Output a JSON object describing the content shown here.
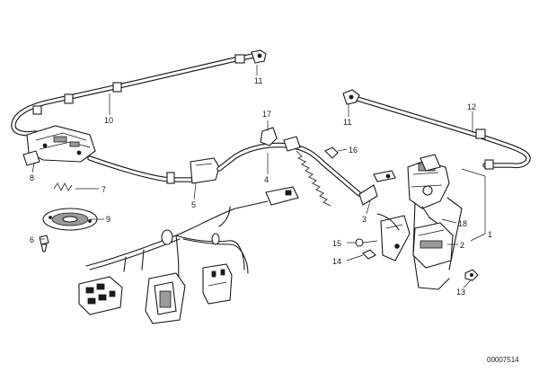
{
  "diagram": {
    "document_number": "00007514",
    "callouts": [
      {
        "key": "c11a",
        "label": "11"
      },
      {
        "key": "c10",
        "label": "10"
      },
      {
        "key": "c8",
        "label": "8"
      },
      {
        "key": "c7",
        "label": "7"
      },
      {
        "key": "c6",
        "label": "6"
      },
      {
        "key": "c9",
        "label": "9"
      },
      {
        "key": "c5",
        "label": "5"
      },
      {
        "key": "c4",
        "label": "4"
      },
      {
        "key": "c17",
        "label": "17"
      },
      {
        "key": "c16",
        "label": "16"
      },
      {
        "key": "c11b",
        "label": "11"
      },
      {
        "key": "c12",
        "label": "12"
      },
      {
        "key": "c3",
        "label": "3"
      },
      {
        "key": "c18",
        "label": "18"
      },
      {
        "key": "c1",
        "label": "1"
      },
      {
        "key": "c2",
        "label": "2"
      },
      {
        "key": "c15",
        "label": "15"
      },
      {
        "key": "c14",
        "label": "14"
      },
      {
        "key": "c13",
        "label": "13"
      }
    ]
  }
}
